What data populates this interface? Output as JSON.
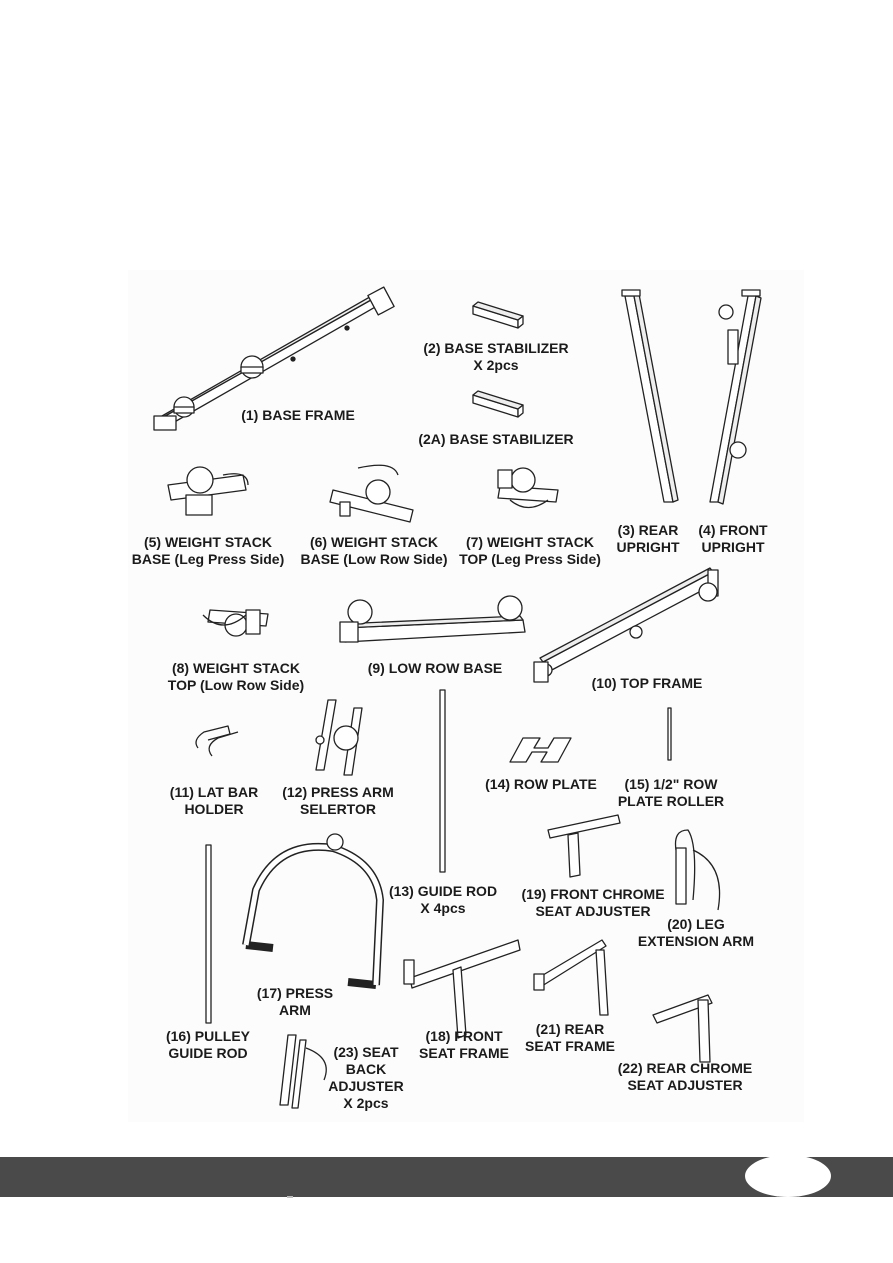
{
  "parts": [
    {
      "id": "p1",
      "label": "(1) BASE FRAME"
    },
    {
      "id": "p2",
      "label": "(2) BASE STABILIZER\nX 2pcs"
    },
    {
      "id": "p2a",
      "label": "(2A) BASE STABILIZER"
    },
    {
      "id": "p3",
      "label": "(3) REAR\nUPRIGHT"
    },
    {
      "id": "p4",
      "label": "(4) FRONT\nUPRIGHT"
    },
    {
      "id": "p5",
      "label": "(5) WEIGHT STACK\nBASE (Leg Press Side)"
    },
    {
      "id": "p6",
      "label": "(6) WEIGHT STACK\nBASE (Low Row Side)"
    },
    {
      "id": "p7",
      "label": "(7) WEIGHT STACK\nTOP (Leg Press Side)"
    },
    {
      "id": "p8",
      "label": "(8) WEIGHT STACK\nTOP (Low Row Side)"
    },
    {
      "id": "p9",
      "label": "(9) LOW ROW BASE"
    },
    {
      "id": "p10",
      "label": "(10) TOP FRAME"
    },
    {
      "id": "p11",
      "label": "(11) LAT BAR\nHOLDER"
    },
    {
      "id": "p12",
      "label": "(12) PRESS ARM\nSELERTOR"
    },
    {
      "id": "p13",
      "label": "(13) GUIDE ROD\nX 4pcs"
    },
    {
      "id": "p14",
      "label": "(14) ROW PLATE"
    },
    {
      "id": "p15",
      "label": "(15) 1/2\" ROW\nPLATE ROLLER"
    },
    {
      "id": "p16",
      "label": "(16) PULLEY\nGUIDE ROD"
    },
    {
      "id": "p17",
      "label": "(17) PRESS\nARM"
    },
    {
      "id": "p18",
      "label": "(18) FRONT\nSEAT FRAME"
    },
    {
      "id": "p19",
      "label": "(19) FRONT CHROME\nSEAT ADJUSTER"
    },
    {
      "id": "p20",
      "label": "(20) LEG\nEXTENSION ARM"
    },
    {
      "id": "p21",
      "label": "(21) REAR\nSEAT FRAME"
    },
    {
      "id": "p22",
      "label": "(22) REAR CHROME\nSEAT ADJUSTER"
    },
    {
      "id": "p23",
      "label": "(23) SEAT\nBACK\nADJUSTER\nX 2pcs"
    }
  ],
  "footer": {
    "page_number": ""
  }
}
